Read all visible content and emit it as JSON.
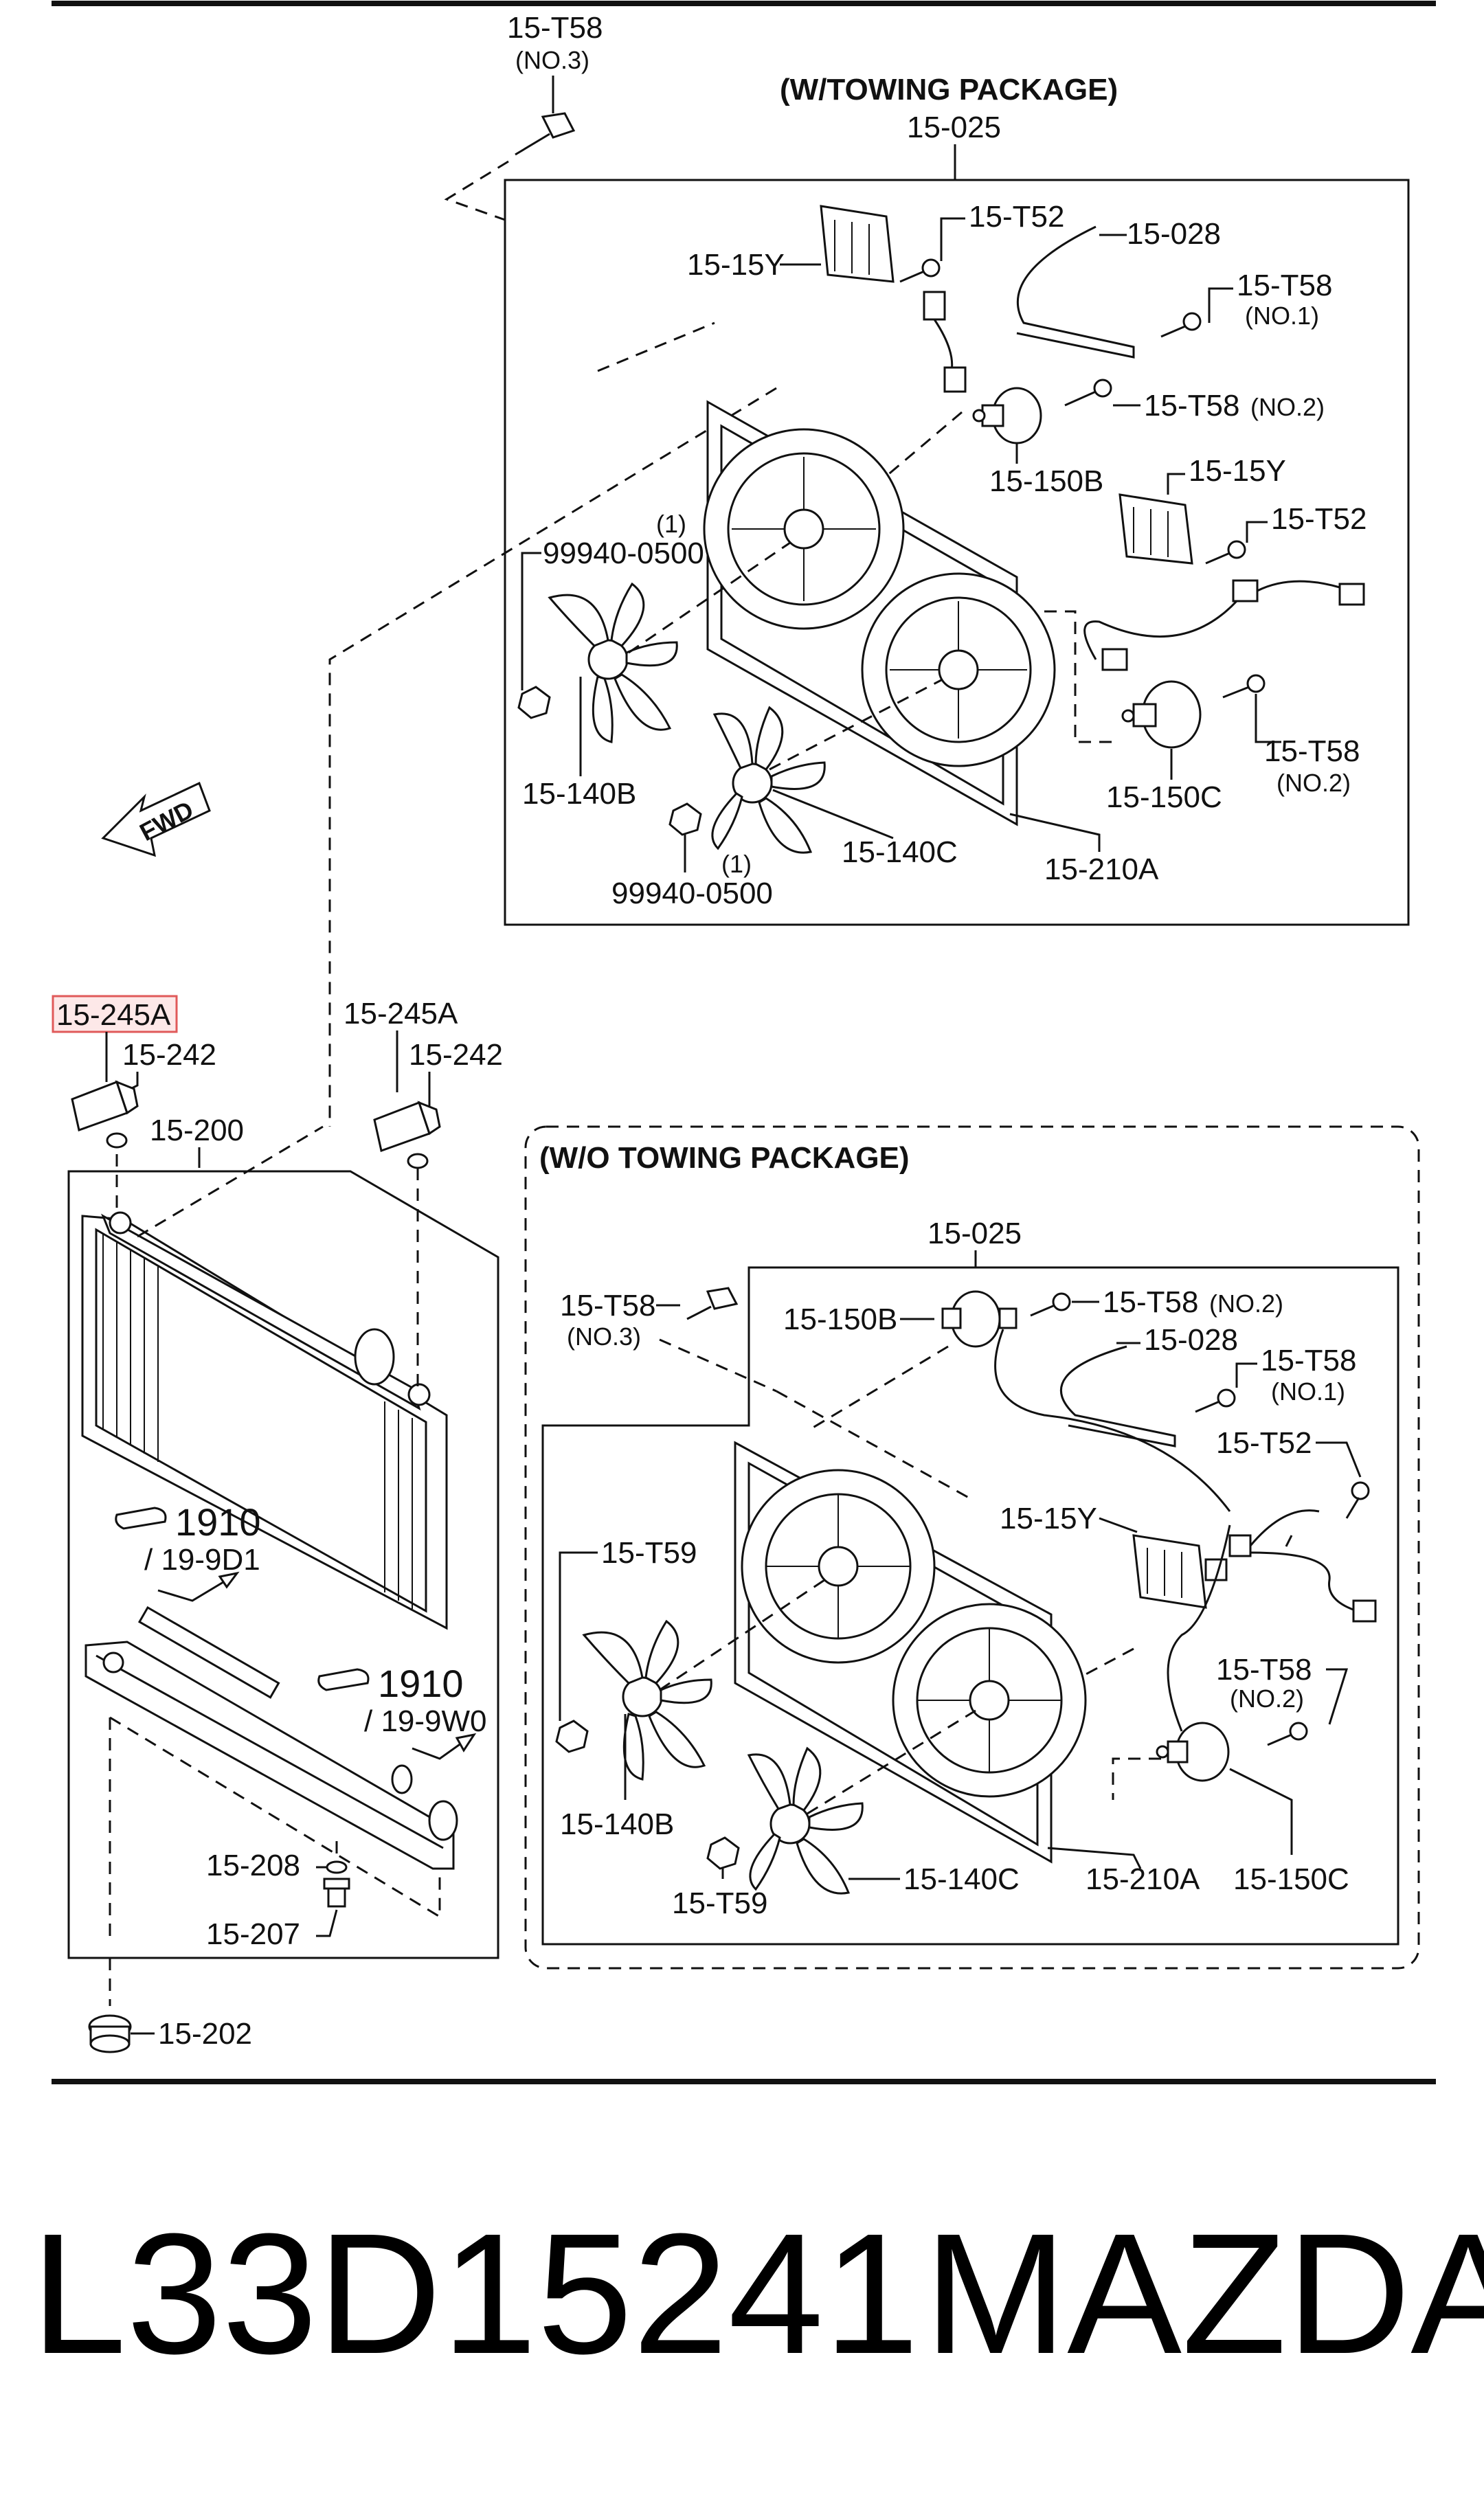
{
  "sections": {
    "towing_header": "(W/TOWING PACKAGE)",
    "no_towing_header": "(W/O TOWING PACKAGE)"
  },
  "towing": {
    "assembly": "15-025",
    "bolt_top": "15-T58",
    "bolt_top_note": "(NO.3)",
    "resistor": "15-15Y",
    "screw_t52_a": "15-T52",
    "harness": "15-028",
    "bolt_no1": "15-T58",
    "bolt_no1_note": "(NO.1)",
    "bolt_no2_a": "15-T58",
    "bolt_no2_a_note": "(NO.2)",
    "motor_b": "15-150B",
    "resistor_b": "15-15Y",
    "screw_t52_b": "15-T52",
    "nut_a": "99940-0500",
    "nut_a_qty": "(1)",
    "fan_b": "15-140B",
    "motor_c": "15-150C",
    "bolt_no2_b": "15-T58",
    "bolt_no2_b_note": "(NO.2)",
    "fan_c": "15-140C",
    "shroud": "15-210A",
    "nut_b": "99940-0500",
    "nut_b_qty": "(1)",
    "fwd": "FWD"
  },
  "radiator": {
    "bracket_left": "15-245A",
    "cushion_left": "15-242",
    "bracket_right": "15-245A",
    "cushion_right": "15-242",
    "radiator": "15-200",
    "ref_1_num": "1910",
    "ref_1_page": "/ 19-9D1",
    "ref_2_num": "1910",
    "ref_2_page": "/ 19-9W0",
    "oring": "15-208",
    "drain_plug": "15-207",
    "cap": "15-202"
  },
  "no_towing": {
    "assembly": "15-025",
    "bolt_no3": "15-T58",
    "bolt_no3_note": "(NO.3)",
    "motor_b": "15-150B",
    "bolt_no2_a": "15-T58",
    "bolt_no2_a_note": "(NO.2)",
    "harness": "15-028",
    "bolt_no1": "15-T58",
    "bolt_no1_note": "(NO.1)",
    "screw_t52": "15-T52",
    "resistor": "15-15Y",
    "nut_a": "15-T59",
    "bolt_no2_b": "15-T58",
    "bolt_no2_b_note": "(NO.2)",
    "fan_b": "15-140B",
    "shroud": "15-210A",
    "motor_c": "15-150C",
    "nut_b": "15-T59",
    "fan_c": "15-140C"
  },
  "caption": {
    "part_number": "L33D15241",
    "brand": "MAZDA"
  },
  "highlight_color": "#e05a5a"
}
